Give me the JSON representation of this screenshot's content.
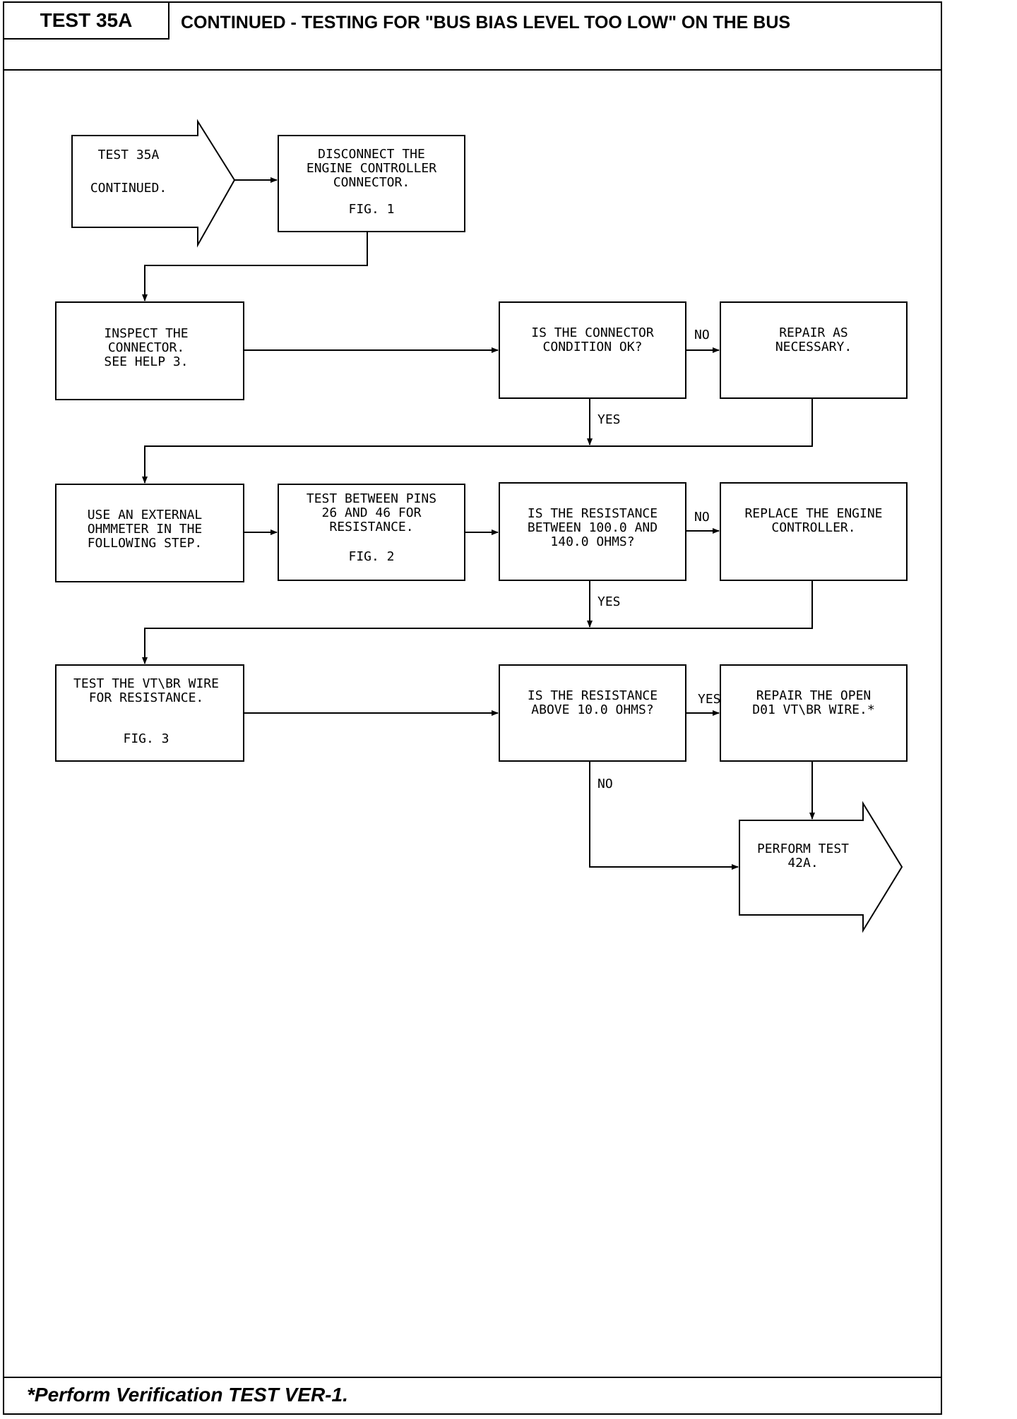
{
  "header": {
    "test_id": "TEST 35A",
    "title": "CONTINUED - TESTING FOR \"BUS BIAS LEVEL TOO LOW\" ON THE BUS"
  },
  "footer": {
    "note": "*Perform Verification TEST VER-1."
  },
  "flowchart": {
    "start": {
      "line1": "TEST 35A",
      "line2": "CONTINUED."
    },
    "disconnect": {
      "line1": "DISCONNECT THE",
      "line2": "ENGINE CONTROLLER",
      "line3": "CONNECTOR.",
      "fig": "FIG. 1"
    },
    "inspect": {
      "line1": "INSPECT THE",
      "line2": "CONNECTOR.",
      "line3": "SEE HELP 3."
    },
    "q_connector": {
      "line1": "IS THE CONNECTOR",
      "line2": "CONDITION OK?"
    },
    "repair": {
      "line1": "REPAIR AS",
      "line2": "NECESSARY."
    },
    "ohmmeter": {
      "line1": "USE AN EXTERNAL",
      "line2": "OHMMETER IN THE",
      "line3": "FOLLOWING STEP."
    },
    "test_pins": {
      "line1": "TEST BETWEEN PINS",
      "line2": "26 AND 46 FOR",
      "line3": "RESISTANCE.",
      "fig": "FIG. 2"
    },
    "q_resistance": {
      "line1": "IS THE RESISTANCE",
      "line2": "BETWEEN 100.0 AND",
      "line3": "140.0 OHMS?"
    },
    "replace": {
      "line1": "REPLACE THE ENGINE",
      "line2": "CONTROLLER."
    },
    "test_wire": {
      "line1": "TEST THE VT\\BR WIRE",
      "line2": "FOR RESISTANCE.",
      "fig": "FIG. 3"
    },
    "q_above": {
      "line1": "IS THE RESISTANCE",
      "line2": "ABOVE 10.0 OHMS?"
    },
    "repair_open": {
      "line1": "REPAIR THE OPEN",
      "line2": "D01 VT\\BR WIRE.*"
    },
    "perform": {
      "line1": "PERFORM TEST",
      "line2": "42A."
    },
    "labels": {
      "no": "NO",
      "yes": "YES"
    }
  }
}
